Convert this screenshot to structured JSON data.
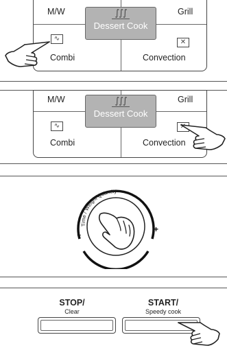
{
  "panel_top": {
    "mw_label": "M/W",
    "grill_label": "Grill",
    "dessert_label": "Dessert Cook",
    "combi_label": "Combi",
    "convection_label": "Convection",
    "dessert_icon": "steam-icon",
    "combi_icon": "combi-icon",
    "convection_icon": "convection-fan-icon",
    "pressed": "combi-button"
  },
  "panel_bottom": {
    "mw_label": "M/W",
    "grill_label": "Grill",
    "dessert_label": "Dessert Cook",
    "combi_label": "Combi",
    "convection_label": "Convection",
    "dessert_icon": "steam-icon",
    "combi_icon": "combi-icon",
    "convection_icon": "convection-fan-icon",
    "pressed": "convection-button"
  },
  "dial": {
    "label": "Time / Weight Quantity",
    "minus": "−",
    "plus": "+",
    "icon": "pointing-hand-icon"
  },
  "buttons": {
    "stop_main": "STOP/",
    "stop_sub": "Clear",
    "start_main": "START/",
    "start_sub": "Speedy cook",
    "pressed": "start-button"
  }
}
